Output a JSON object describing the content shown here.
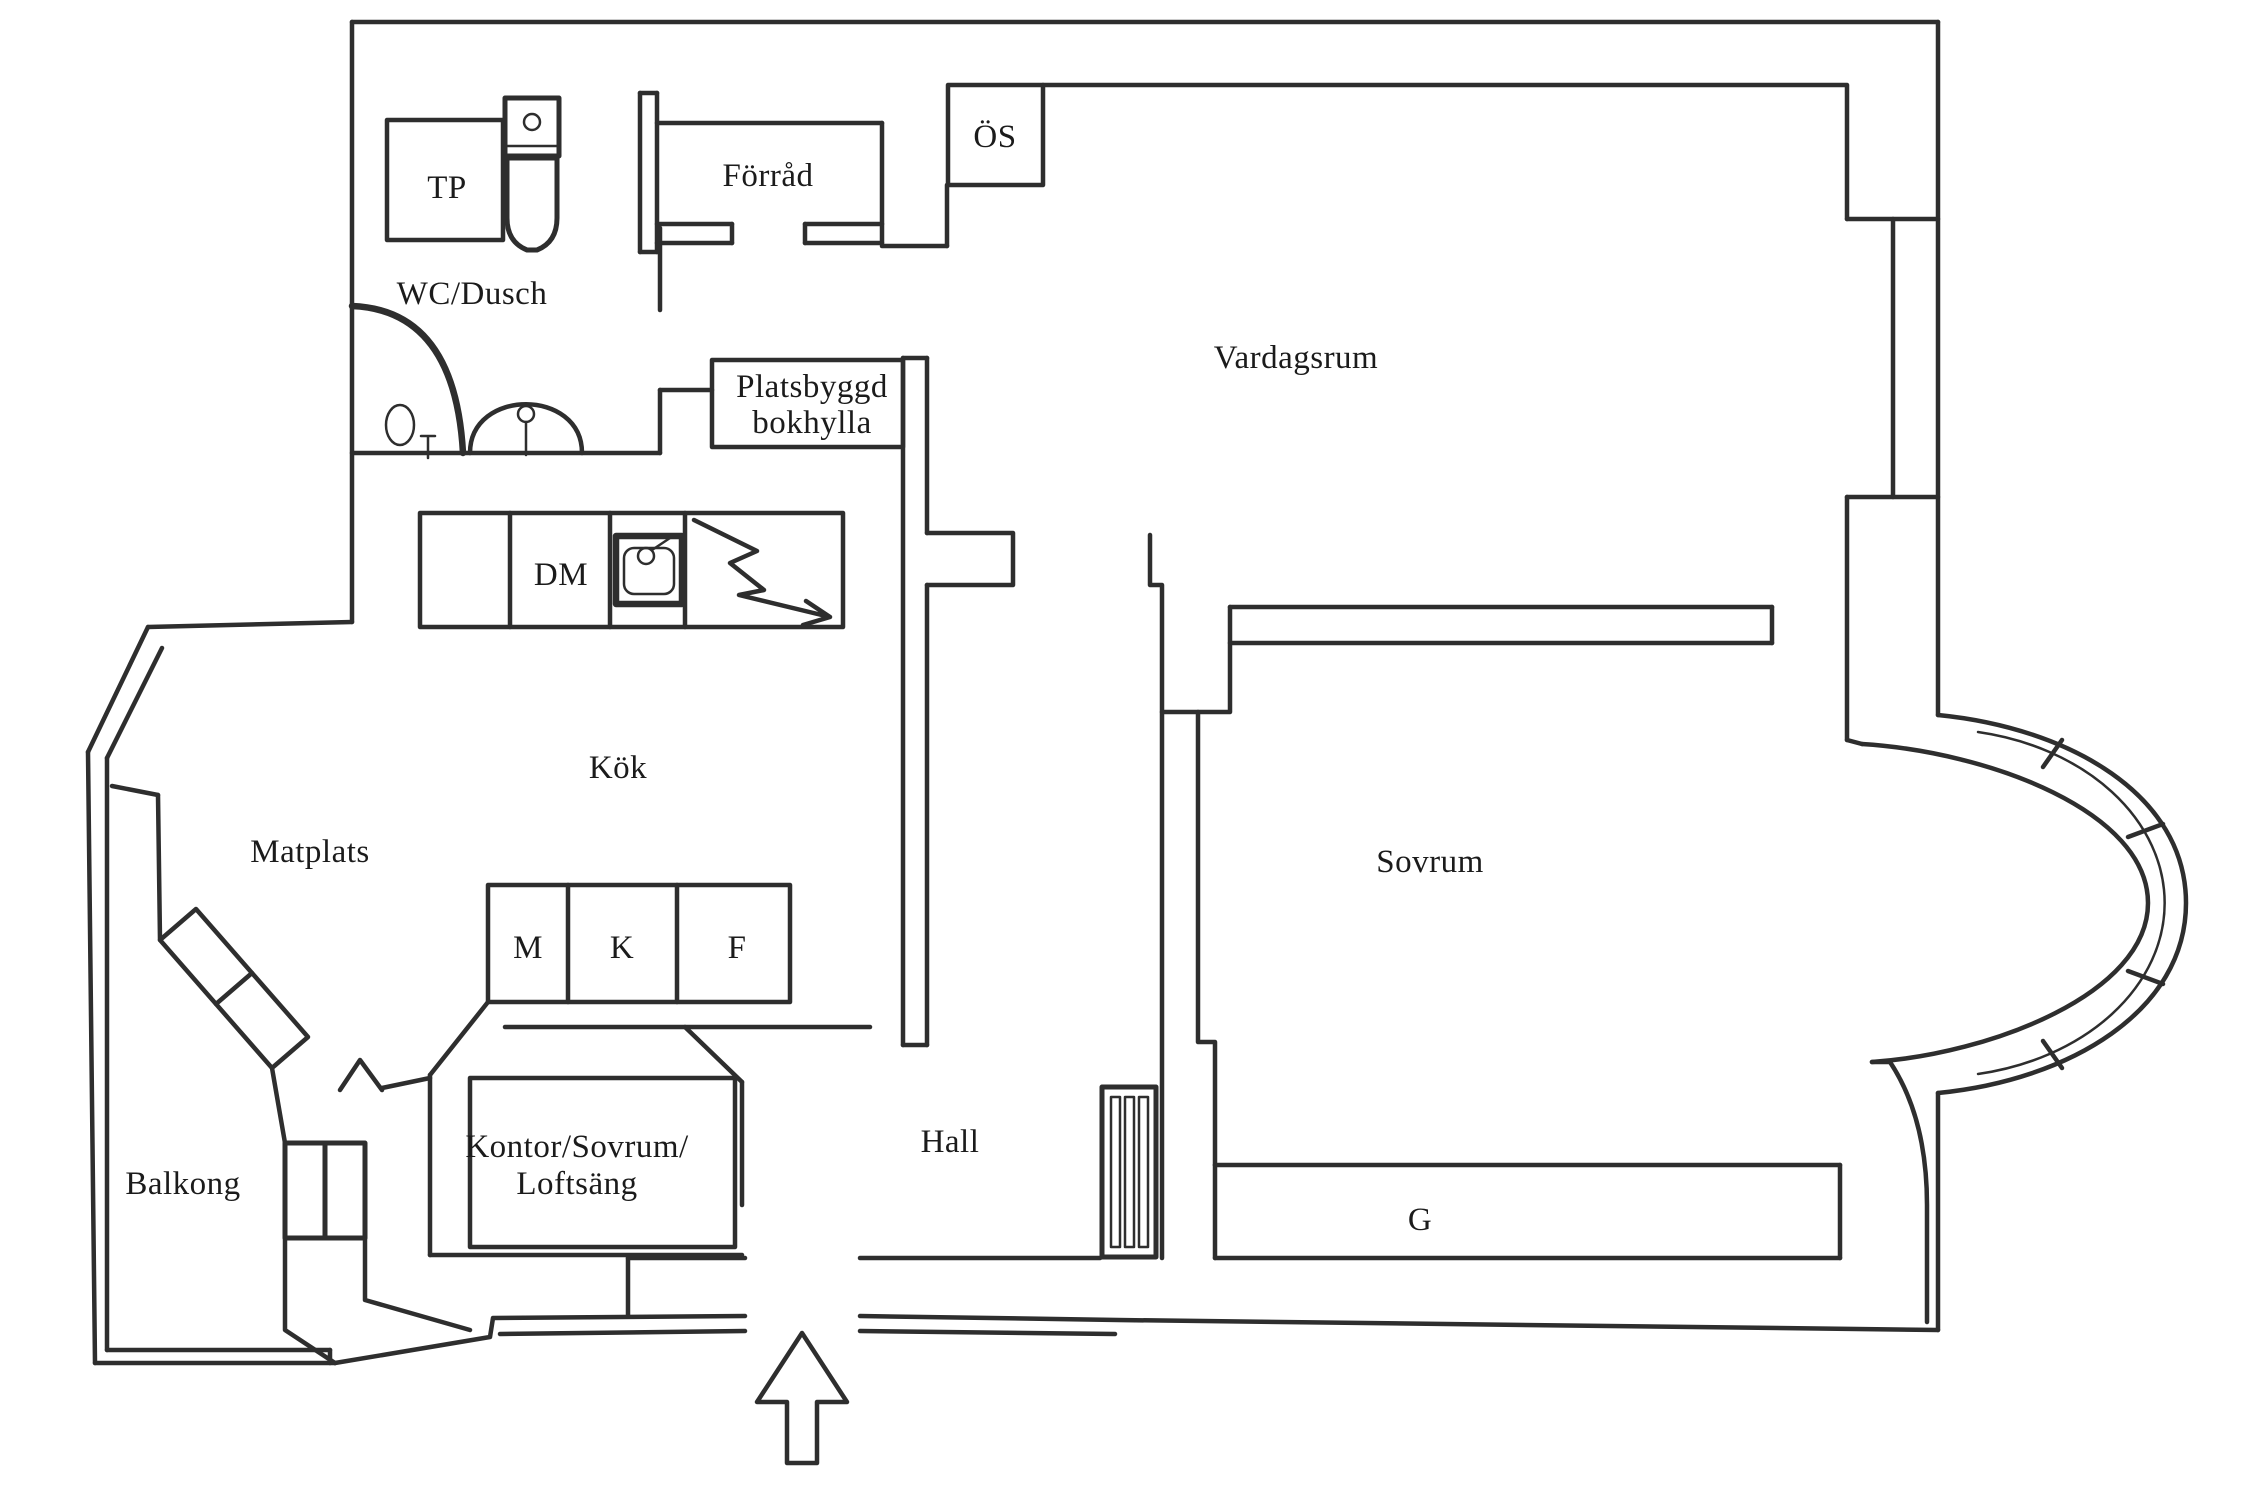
{
  "document_title": "Apartment floor plan (hand-drawn)",
  "colors": {
    "wall": "#2e2e2e",
    "background": "#ffffff",
    "text": "#1b1b1b"
  },
  "rooms": {
    "tp": "TP",
    "wc_dusch": "WC/Dusch",
    "forrad": "Förråd",
    "os": "ÖS",
    "vardagsrum": "Vardagsrum",
    "platsbyggd_line1": "Platsbyggd",
    "platsbyggd_line2": "bokhylla",
    "dm": "DM",
    "kok": "Kök",
    "matplats": "Matplats",
    "m": "M",
    "k": "K",
    "f": "F",
    "sovrum": "Sovrum",
    "kontor_line1": "Kontor/Sovrum/",
    "kontor_line2": "Loftsäng",
    "hall": "Hall",
    "balkong": "Balkong",
    "g": "G"
  },
  "fixtures": [
    "toilet-icon",
    "shower-icon",
    "washbasin-icon",
    "floor-drain-icon",
    "kitchen-sink-icon",
    "stove-lightning-icon",
    "dishwasher-bay",
    "appliance-row-m-k-f",
    "built-in-bookshelf",
    "radiator-icon",
    "wardrobe-g",
    "bay-window",
    "right-wall-window",
    "balcony-door",
    "diagonal-window",
    "entrance-arrow-icon"
  ]
}
